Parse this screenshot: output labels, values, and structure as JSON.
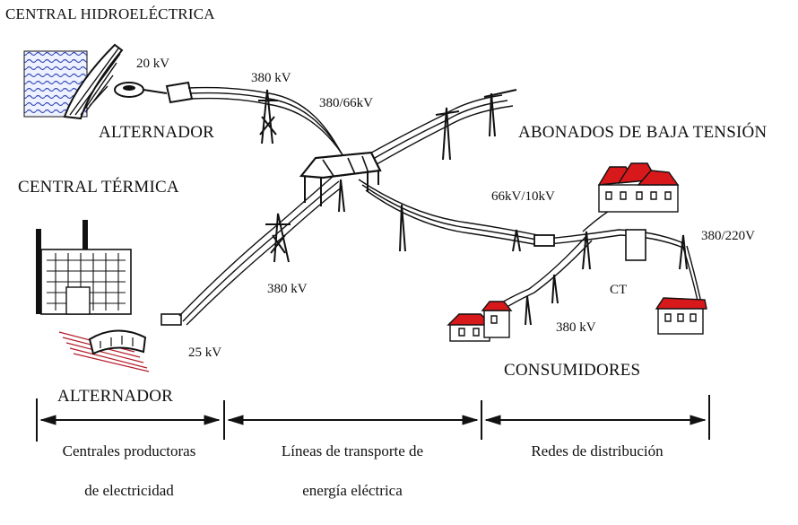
{
  "labels": {
    "hydro_plant": "CENTRAL HIDROELÉCTRICA",
    "alternator_top": "ALTERNADOR",
    "thermal_plant": "CENTRAL TÉRMICA",
    "alternator_bottom": "ALTERNADOR",
    "low_voltage_subscribers": "ABONADOS DE BAJA TENSIÓN",
    "consumers": "CONSUMIDORES",
    "ct": "CT"
  },
  "voltages": {
    "hydro_gen": "20 kV",
    "hydro_line": "380 kV",
    "substation_main": "380/66kV",
    "distribution_sub": "66kV/10kV",
    "low_voltage_tx": "380/220V",
    "thermal_line": "380 kV",
    "thermal_gen": "25 kV",
    "consumer_line": "380 kV"
  },
  "footer": {
    "production_line1": "Centrales productoras",
    "production_line2": "de electricidad",
    "transport_line1": "Líneas de transporte de",
    "transport_line2": "energía eléctrica",
    "distribution": "Redes de distribución"
  },
  "colors": {
    "ink": "#111111",
    "water": "#3a4fb8",
    "roof_red": "#d8191c",
    "field_red": "#b51c2a"
  }
}
